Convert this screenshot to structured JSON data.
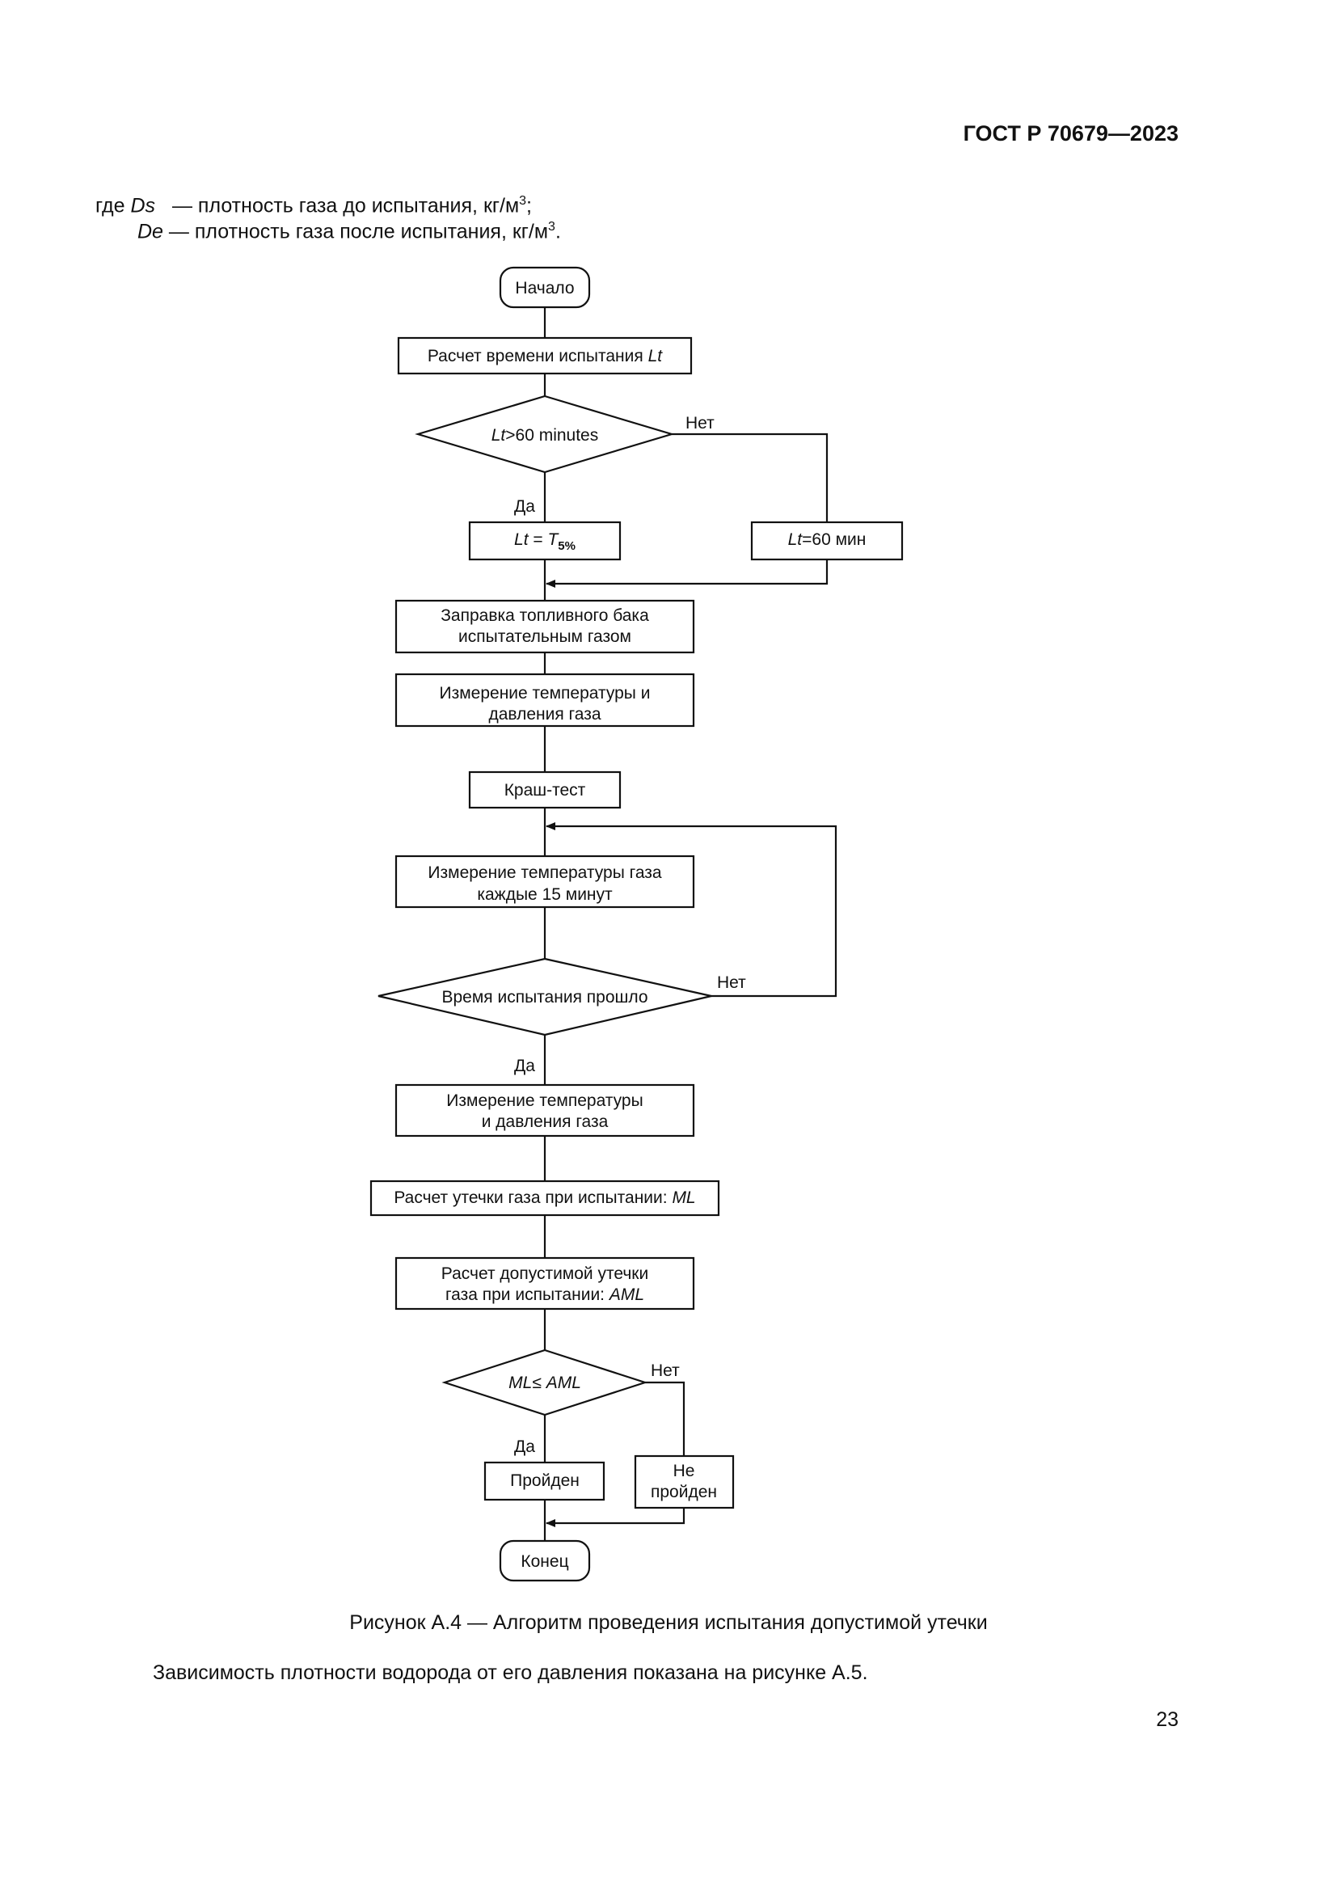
{
  "header": {
    "doc_id": "ГОСТ Р 70679—2023"
  },
  "where": {
    "prefix": "где",
    "rows": [
      {
        "symbol": "Ds",
        "dash": "—",
        "text": "плотность газа до испытания, кг/м",
        "sup": "3",
        "end": ";"
      },
      {
        "symbol": "De",
        "dash": "—",
        "text": "плотность газа после испытания, кг/м",
        "sup": "3",
        "end": "."
      }
    ]
  },
  "flowchart": {
    "start": "Начало",
    "calc_time": {
      "text": "Расчет времени испытания ",
      "var": "Lt"
    },
    "decision1": {
      "var": "Lt",
      "text": ">60 minutes"
    },
    "yes1": "Да",
    "no1": "Нет",
    "assign_yes": {
      "var": "Lt",
      "eq": " = ",
      "T": "T",
      "sub": "5%"
    },
    "assign_no": {
      "var": "Lt",
      "text": "=60  мин"
    },
    "fill_tank": [
      "Заправка топливного бака",
      "испытательным газом"
    ],
    "measure1": [
      "Измерение температуры и",
      "давления газа"
    ],
    "crash": "Краш-тест",
    "measure_loop": [
      "Измерение температуры газа",
      "каждые 15 минут"
    ],
    "decision2": "Время испытания прошло",
    "no2": "Нет",
    "yes2": "Да",
    "measure2": [
      "Измерение температуры",
      "и давления газа"
    ],
    "calc_ml": {
      "text": "Расчет утечки газа при испытании: ",
      "var": "ML"
    },
    "calc_aml": {
      "line1": "Расчет допустимой утечки",
      "line2": "газа при испытании: ",
      "var": "AML"
    },
    "decision3": {
      "left": "ML",
      "op": "≤ ",
      "right": "AML"
    },
    "no3": "Нет",
    "yes3": "Да",
    "passed": "Пройден",
    "failed": [
      "Не",
      "пройден"
    ],
    "end": "Конец"
  },
  "caption": "Рисунок А.4 — Алгоритм проведения испытания допустимой утечки",
  "paragraph": "Зависимость плотности водорода от его давления показана на рисунке А.5.",
  "page_number": "23"
}
